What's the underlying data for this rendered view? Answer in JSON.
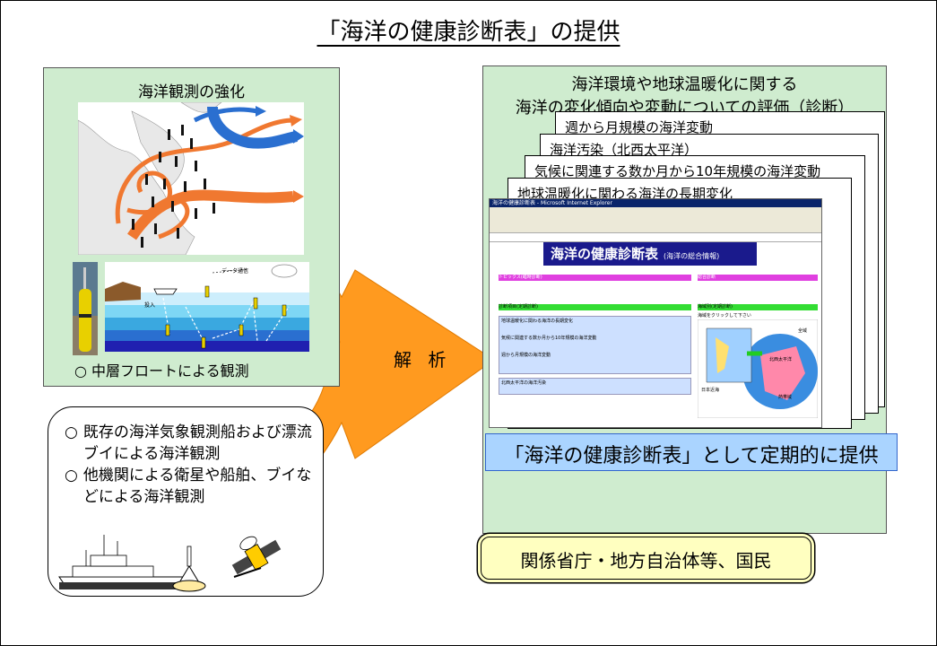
{
  "title": "「海洋の健康診断表」の提供",
  "observation": {
    "title": "海洋観測の強化",
    "float_caption": "○ 中層フロートによる観測",
    "diagram_label_data": "データ通信",
    "diagram_label_deploy": "投入"
  },
  "callout": {
    "bullets": [
      {
        "marker": "○",
        "text": "既存の海洋気象観測船および漂流ブイによる海洋観測"
      },
      {
        "marker": "○",
        "text": "他機関による衛星や船舶、ブイなどによる海洋観測"
      }
    ]
  },
  "analysis_label": "解 析",
  "evaluation": {
    "title_line1": "海洋環境や地球温暖化に関する",
    "title_line2": "海洋の変化傾向や変動についての評価（診断）",
    "cards": [
      "週から月規模の海洋変動",
      "海洋汚染（北西太平洋）",
      "気候に関連する数か月から10年規模の海洋変動",
      "地球温暖化に関わる海洋の長期変化"
    ]
  },
  "screen": {
    "browser_title": "海洋の健康診断表 - Microsoft Internet Explorer",
    "banner_main": "海洋の健康診断表",
    "banner_sub": "(海洋の総合情報)",
    "section_regular": "診断項目(定期診断)",
    "section_sea": "海域別(定期診断)",
    "section_overall": "総合診断",
    "topics_header": "トピックス(臨時診断)",
    "map_hint": "海域をクリックして下さい",
    "list_items": [
      "地球温暖化に関わる海洋の長期変化",
      "気候に関連する数か月から10年規模の海洋変動",
      "週から月規模の海洋変動",
      "北西太平洋の海洋汚染"
    ],
    "map_labels": [
      "日本近海",
      "北西太平洋",
      "熱帯域",
      "全域"
    ]
  },
  "scroll_banner": "「海洋の健康診断表」として定期的に提供",
  "recipients": "関係省庁・地方自治体等、国民",
  "colors": {
    "green_panel": "#cfeccf",
    "arrow_orange": "#ff9a1f",
    "scroll_blue": "#aad4ff",
    "recipient_yellow": "#ffffc0",
    "current_orange": "#f07830",
    "current_blue": "#2a6fd0"
  }
}
